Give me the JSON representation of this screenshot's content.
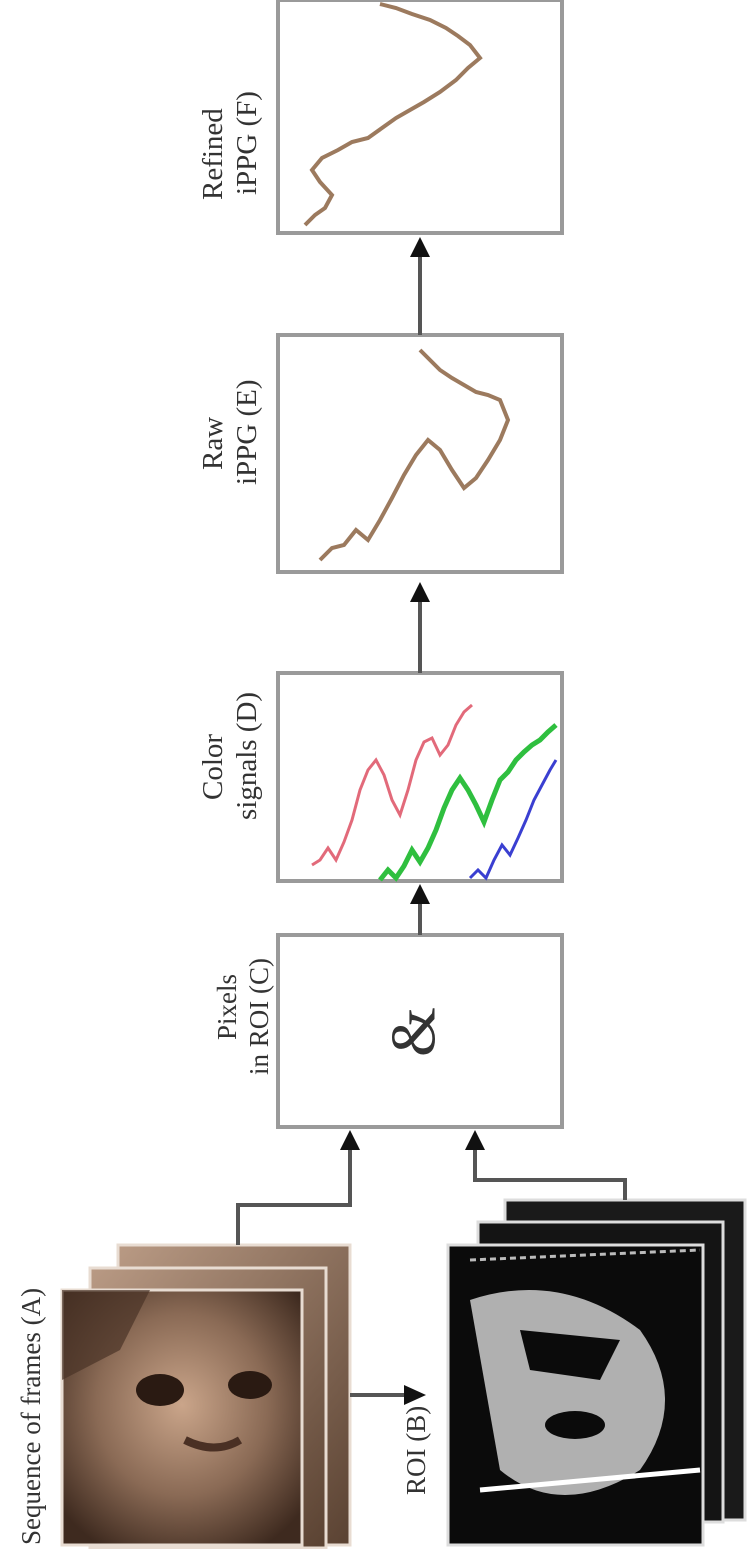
{
  "labels": {
    "frames": "Sequence of frames (A)",
    "roi": "ROI (B)",
    "pixels_line1": "Pixels",
    "pixels_line2": "in ROI (C)",
    "amp": "&",
    "color_line1": "Color",
    "color_line2": "signals (D)",
    "raw_line1": "Raw",
    "raw_line2": "iPPG (E)",
    "refined_line1": "Refined",
    "refined_line2": "iPPG (F)"
  },
  "colors": {
    "red_signal": "#e26a7a",
    "green_signal": "#2fbf3f",
    "blue_signal": "#3a3fd1",
    "ppg_signal": "#9c7a5e",
    "box_border": "#9a9a9a",
    "arrow": "#111111"
  },
  "icons": {
    "frames": "face-photo-stack",
    "roi": "binary-mask-stack"
  }
}
